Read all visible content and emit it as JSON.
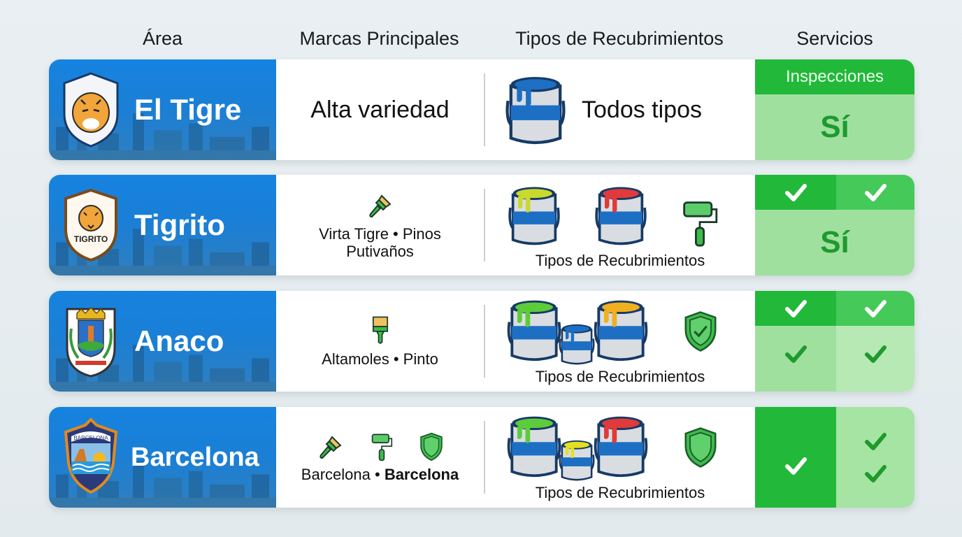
{
  "header": {
    "area": "Área",
    "brands": "Marcas Principales",
    "coatings": "Tipos de Recubrimientos",
    "services": "Servicios"
  },
  "colors": {
    "area_blue": "#1683e0",
    "service_green_dark": "#22b83a",
    "service_green_mid": "#45c958",
    "service_green_light": "#9fe09f",
    "service_green_pale": "#b6e9b3",
    "check_green": "#1e9a2e",
    "background": "#e6edf0"
  },
  "rows": [
    {
      "area": "El Tigre",
      "crest_icon": "tiger-shield-icon",
      "brands": "Alta variedad",
      "coatings": "Todos tipos",
      "coating_icons": [
        "paint-bucket-blue-icon"
      ],
      "services": {
        "header": "Inspecciones",
        "value": "Sí"
      }
    },
    {
      "area": "Tigrito",
      "crest_icon": "tigrito-shield-icon",
      "crest_label": "TIGRITO",
      "brand_icons": [
        "paintbrush-icon"
      ],
      "brands_line1": "Virta Tigre • Pinos",
      "brands_line2": "Putivaños",
      "coatings_label": "Tipos de Recubrimientos",
      "coating_icons": [
        "paint-bucket-yellow-icon",
        "paint-bucket-red-icon",
        "paint-roller-icon"
      ],
      "services": {
        "top": [
          "check",
          "check"
        ],
        "value": "Sí"
      }
    },
    {
      "area": "Anaco",
      "crest_icon": "anaco-coat-of-arms-icon",
      "brand_icons": [
        "paintbrush-icon"
      ],
      "brands": "Altamoles • Pinto",
      "coatings_label": "Tipos de Recubrimientos",
      "coating_icons": [
        "paint-bucket-green-icon",
        "paint-bucket-blue-small-icon",
        "paint-bucket-orange-icon",
        "shield-check-icon"
      ],
      "services": {
        "top": [
          "check",
          "check"
        ],
        "bottom": [
          "check",
          "check"
        ]
      }
    },
    {
      "area": "Barcelona",
      "crest_icon": "barcelona-shield-icon",
      "crest_label": "BARCELONA",
      "brand_icons": [
        "paintbrush-icon",
        "paint-roller-icon",
        "shield-icon"
      ],
      "brands_a": "Barcelona",
      "brands_sep": " • ",
      "brands_b": "Barcelona",
      "coatings_label": "Tipos de Recubrimientos",
      "coating_icons": [
        "paint-bucket-green-icon",
        "paint-bucket-yellow-small-icon",
        "paint-bucket-red-icon",
        "shield-icon"
      ],
      "services": {
        "left": [
          "check"
        ],
        "right": [
          "check",
          "check"
        ]
      }
    }
  ]
}
